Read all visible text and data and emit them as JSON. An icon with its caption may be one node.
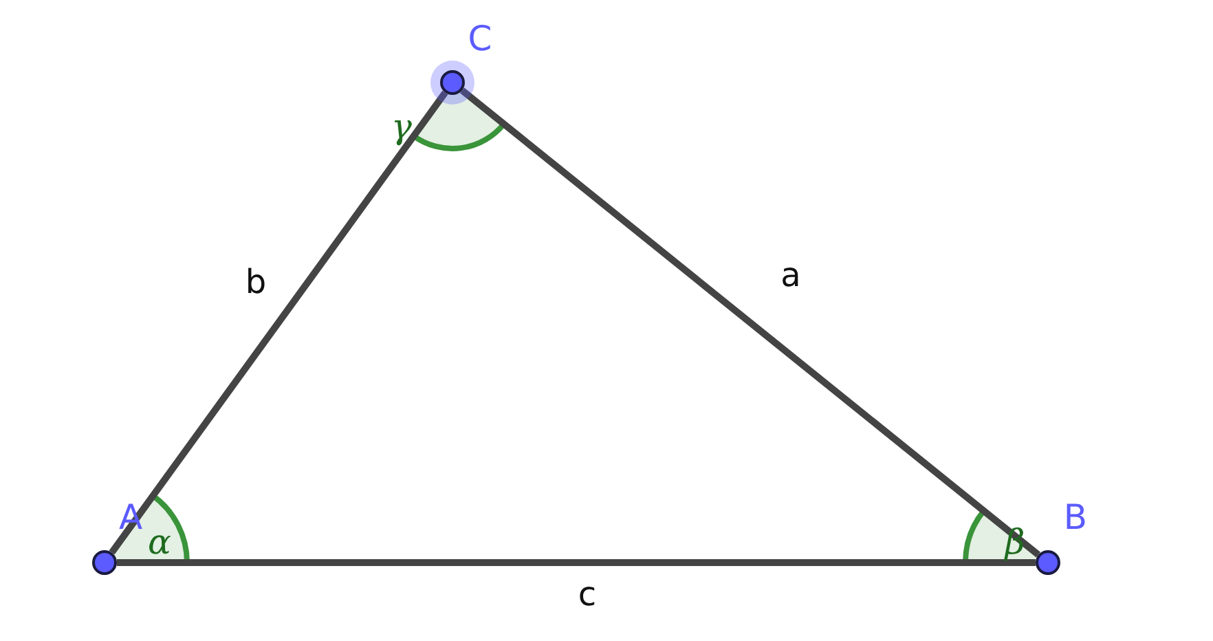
{
  "diagram": {
    "nodes": [
      {
        "text": [
          "C"
        ]
      },
      {
        "text": [
          "A"
        ]
      },
      {
        "text": [
          "B"
        ]
      }
    ],
    "edges": [
      {
        "from": 1,
        "to": 0,
        "arrow": "none",
        "label": "b"
      },
      {
        "from": 0,
        "to": 2,
        "arrow": "none",
        "label": "a"
      },
      {
        "from": 1,
        "to": 2,
        "arrow": "none",
        "label": "c"
      }
    ],
    "labels": [
      "γ",
      "α",
      "β"
    ]
  }
}
